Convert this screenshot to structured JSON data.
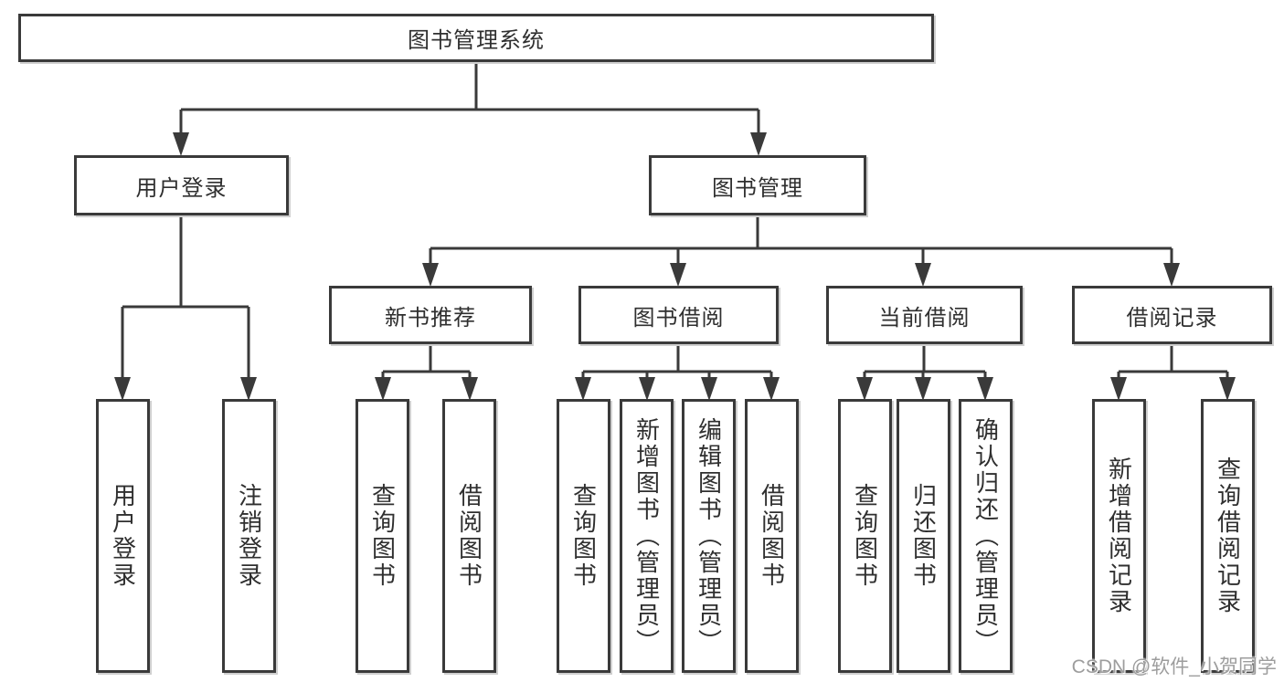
{
  "diagram": {
    "root": {
      "label": "图书管理系统"
    },
    "level2": [
      {
        "label": "用户登录"
      },
      {
        "label": "图书管理"
      }
    ],
    "level3": [
      {
        "label": "新书推荐"
      },
      {
        "label": "图书借阅"
      },
      {
        "label": "当前借阅"
      },
      {
        "label": "借阅记录"
      }
    ],
    "leaves": {
      "user_login": [
        "用户登录",
        "注销登录"
      ],
      "new_book": [
        "查询图书",
        "借阅图书"
      ],
      "book_borrow": [
        "查询图书",
        "新增图书（管理员）",
        "编辑图书（管理员）",
        "借阅图书"
      ],
      "current_borrow": [
        "查询图书",
        "归还图书",
        "确认归还（管理员）"
      ],
      "borrow_records": [
        "新增借阅记录",
        "查询借阅记录"
      ]
    }
  },
  "watermark": "CSDN @软件_小贺同学",
  "colors": {
    "line": "#3a3a3a",
    "text": "#2f2f2f",
    "watermark": "#9d9d9d",
    "background": "#ffffff"
  }
}
